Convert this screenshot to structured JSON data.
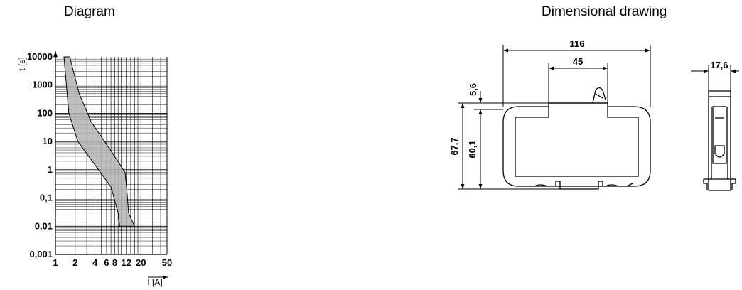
{
  "headings": {
    "diagram": "Diagram",
    "drawing": "Dimensional drawing"
  },
  "chart_data": {
    "type": "area",
    "xlabel": "I [A]",
    "ylabel": "t [s]",
    "x_scale": "log",
    "y_scale": "log",
    "xlim": [
      1,
      50
    ],
    "ylim": [
      0.001,
      10000
    ],
    "grid": true,
    "x_ticks": [
      {
        "value": 1,
        "label": "1"
      },
      {
        "value": 2,
        "label": "2"
      },
      {
        "value": 4,
        "label": "4"
      },
      {
        "value": 6,
        "label": "6"
      },
      {
        "value": 8,
        "label": "8"
      },
      {
        "value": 12,
        "label": "12"
      },
      {
        "value": 20,
        "label": "20"
      },
      {
        "value": 50,
        "label": "50"
      }
    ],
    "y_ticks": [
      {
        "value": 10000,
        "label": "10000"
      },
      {
        "value": 1000,
        "label": "1000"
      },
      {
        "value": 100,
        "label": "100"
      },
      {
        "value": 10,
        "label": "10"
      },
      {
        "value": 1,
        "label": "1"
      },
      {
        "value": 0.1,
        "label": "0,1"
      },
      {
        "value": 0.01,
        "label": "0,01"
      },
      {
        "value": 0.001,
        "label": "0,001"
      }
    ],
    "band_lower": [
      [
        1.35,
        10000
      ],
      [
        1.6,
        100
      ],
      [
        2.2,
        10
      ],
      [
        4,
        1.5
      ],
      [
        7,
        0.25
      ],
      [
        9,
        0.03
      ],
      [
        9.5,
        0.01
      ]
    ],
    "band_upper": [
      [
        1.65,
        10000
      ],
      [
        2.3,
        500
      ],
      [
        3.5,
        50
      ],
      [
        6,
        8
      ],
      [
        9.5,
        1.6
      ],
      [
        11.5,
        0.8
      ],
      [
        12,
        0.3
      ],
      [
        12.5,
        0.1
      ],
      [
        13,
        0.03
      ],
      [
        16,
        0.01
      ]
    ],
    "band_color": "#b4b4b4"
  },
  "dimensions": {
    "width_116": "116",
    "width_45": "45",
    "height_5_6": "5,6",
    "height_67_7": "67,7",
    "height_60_1": "60,1",
    "depth_17_6": "17,6"
  }
}
